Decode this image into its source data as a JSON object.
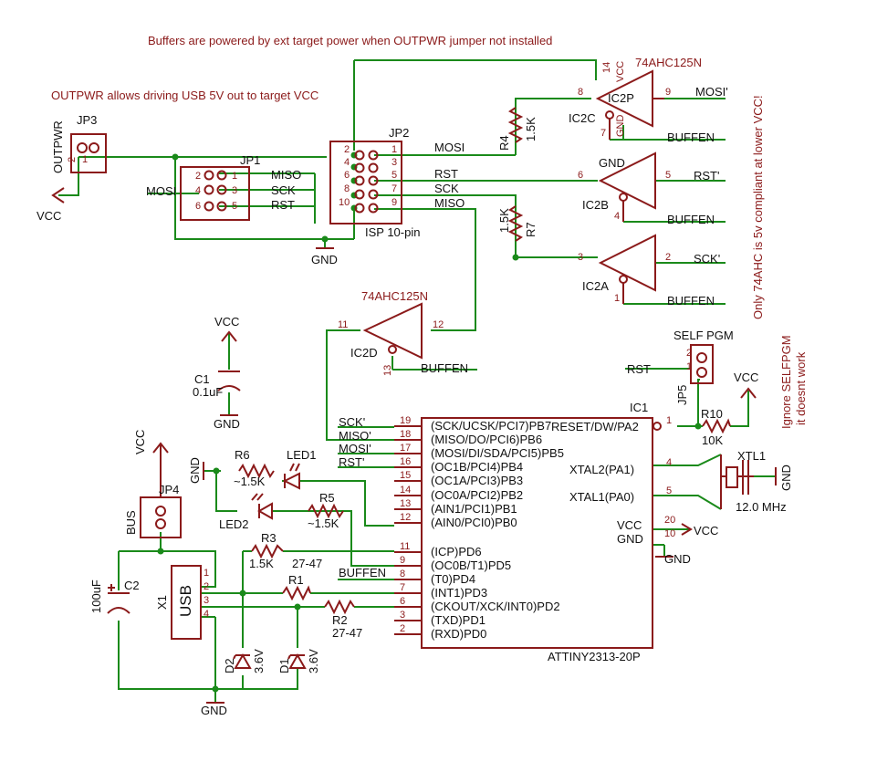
{
  "notes": {
    "top": "Buffers are powered by ext target power when OUTPWR jumper not installed",
    "outpwr": "OUTPWR allows driving USB 5V out to target VCC",
    "only74": "Only 74AHC is 5v compliant at lower VCC!",
    "ignore1": "Ignore SELFPGM",
    "ignore2": "it doesnt work"
  },
  "jp3": {
    "name": "JP3",
    "side": "OUTPWR",
    "p1": "1",
    "p2": "2"
  },
  "jp1": {
    "name": "JP1",
    "pins": [
      "2",
      "4",
      "6",
      "1",
      "3",
      "5"
    ],
    "misoText": "MISO",
    "sckText": "SCK",
    "rstText": "RST",
    "mosiText": "MOSI"
  },
  "jp2": {
    "name": "JP2",
    "caption": "ISP 10-pin",
    "pinsL": [
      "2",
      "4",
      "6",
      "8",
      "10"
    ],
    "pinsR": [
      "1",
      "3",
      "5",
      "7",
      "9"
    ]
  },
  "jp4": {
    "name": "JP4",
    "side": "BUS"
  },
  "jp5": {
    "name": "JP5",
    "title": "SELF PGM",
    "p1": "1",
    "p2": "2",
    "rst": "RST"
  },
  "power": {
    "vcc": "VCC",
    "gnd": "GND"
  },
  "nets": {
    "mosi": "MOSI",
    "rst": "RST",
    "sck": "SCK",
    "miso": "MISO",
    "mosiP": "MOSI'",
    "rstP": "RST'",
    "sckP": "SCK'",
    "misoP": "MISO'",
    "buffen": "BUFFEN"
  },
  "buf": {
    "part": "74AHC125N",
    "ic2p": "IC2P",
    "ic2c": "IC2C",
    "ic2b": "IC2B",
    "ic2a": "IC2A",
    "ic2d": "IC2D",
    "p14": "14",
    "p8": "8",
    "p9": "9",
    "p7": "7",
    "p6": "6",
    "p5": "5",
    "p4": "4",
    "p3": "3",
    "p2": "2",
    "p1": "1",
    "p11": "11",
    "p12": "12",
    "p13": "13",
    "vccin": "VCC",
    "gndin": "GND"
  },
  "resistors": {
    "r4": "R4",
    "r4v": "1.5K",
    "r7": "R7",
    "r7v": "1.5K",
    "r6": "R6",
    "r6v": "~1.5K",
    "r5": "R5",
    "r5v": "~1.5K",
    "r3": "R3",
    "r3v": "1.5K",
    "r3v2": "27-47",
    "r1": "R1",
    "r2": "R2",
    "r2v": "27-47",
    "r10": "R10",
    "r10v": "10K"
  },
  "caps": {
    "c1": "C1",
    "c1v": "0.1uF",
    "c2": "C2",
    "c2v": "100uF"
  },
  "leds": {
    "led1": "LED1",
    "led2": "LED2"
  },
  "diodes": {
    "d1": "D1",
    "d2": "D2",
    "dv": "3.6V"
  },
  "usb": {
    "name": "X1",
    "label": "USB",
    "p1": "1",
    "p2": "2",
    "p3": "3",
    "p4": "4"
  },
  "xtal": {
    "name": "XTL1",
    "freq": "12.0 MHz"
  },
  "mcu": {
    "name": "IC1",
    "part": "ATTINY2313-20P",
    "left": [
      {
        "num": "19",
        "label": "(SCK/UCSK/PCI7)PB7"
      },
      {
        "num": "18",
        "label": "(MISO/DO/PCI6)PB6"
      },
      {
        "num": "17",
        "label": "(MOSI/DI/SDA/PCI5)PB5"
      },
      {
        "num": "16",
        "label": "(OC1B/PCI4)PB4"
      },
      {
        "num": "15",
        "label": "(OC1A/PCI3)PB3"
      },
      {
        "num": "14",
        "label": "(OC0A/PCI2)PB2"
      },
      {
        "num": "13",
        "label": "(AIN1/PCI1)PB1"
      },
      {
        "num": "12",
        "label": "(AIN0/PCI0)PB0"
      },
      {
        "num": "11",
        "label": "(ICP)PD6"
      },
      {
        "num": "9",
        "label": "(OC0B/T1)PD5"
      },
      {
        "num": "8",
        "label": "(T0)PD4"
      },
      {
        "num": "7",
        "label": "(INT1)PD3"
      },
      {
        "num": "6",
        "label": "(CKOUT/XCK/INT0)PD2"
      },
      {
        "num": "3",
        "label": "(TXD)PD1"
      },
      {
        "num": "2",
        "label": "(RXD)PD0"
      }
    ],
    "reset": "RESET/DW/PA2",
    "p1": "1",
    "xtal2": "XTAL2(PA1)",
    "p4": "4",
    "xtal1": "XTAL1(PA0)",
    "p5": "5",
    "vcc": "VCC",
    "p20": "20",
    "gnd": "GND",
    "p10": "10"
  }
}
